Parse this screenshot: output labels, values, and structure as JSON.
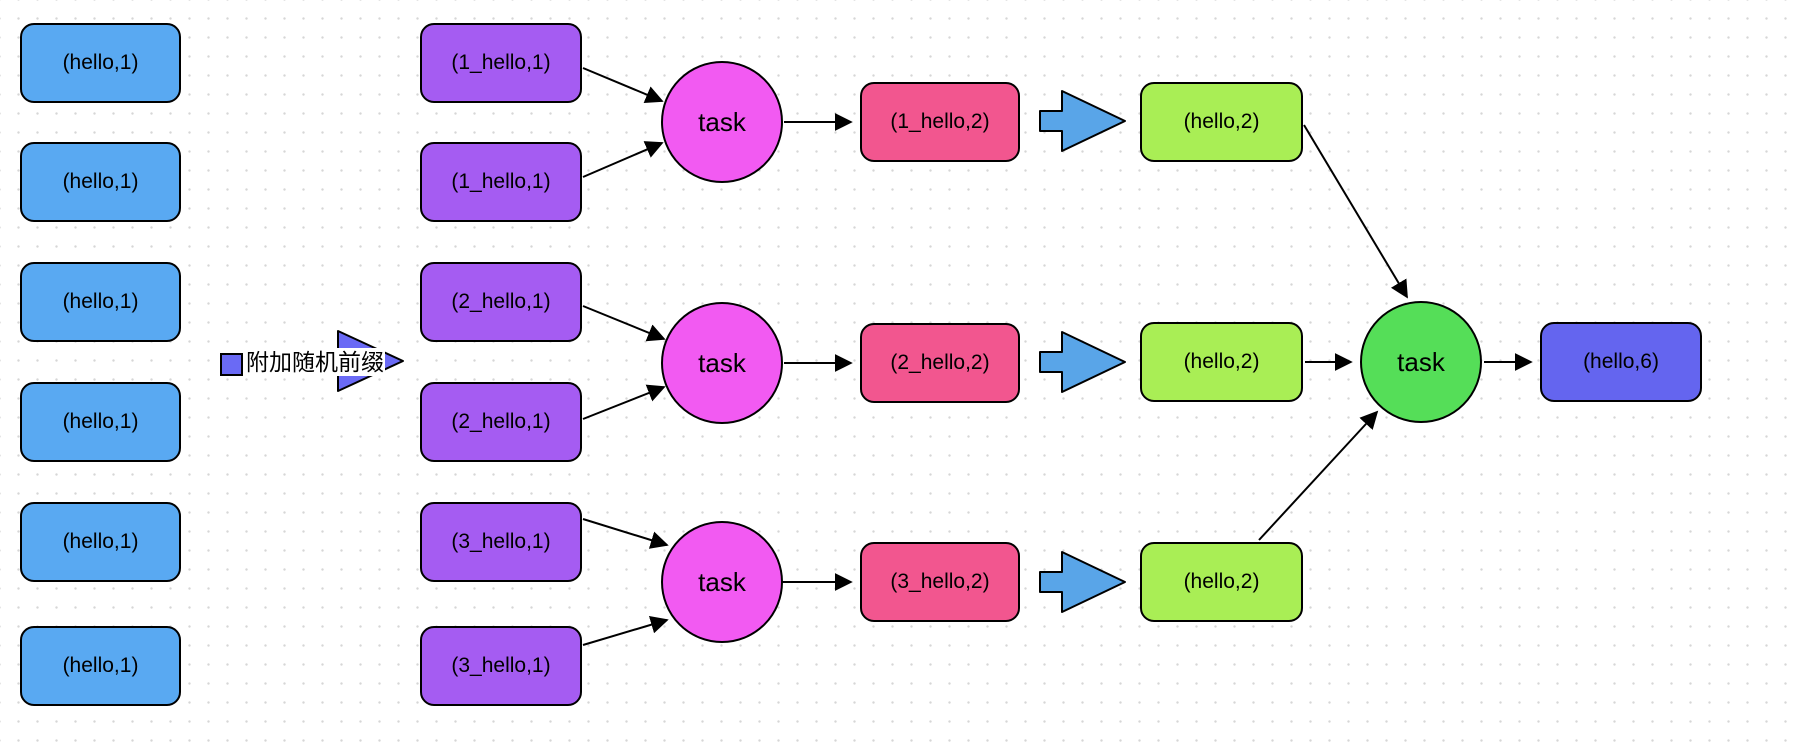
{
  "colors": {
    "input-blue": "#59a9f2",
    "prefix-purple": "#a55cf2",
    "map-magenta": "#f25af2",
    "agg-pink": "#f2568f",
    "arrow-blue": "#59a5e8",
    "merge-green": "#a9ee55",
    "task-green": "#55de58",
    "result-violet": "#6465ef",
    "annotation-violet": "#6a6af5",
    "dot-grey": "#d6d6d6"
  },
  "canvas": {
    "annotation": {
      "label": "附加随机前缀"
    },
    "input_boxes": [
      {
        "label": "(hello,1)"
      },
      {
        "label": "(hello,1)"
      },
      {
        "label": "(hello,1)"
      },
      {
        "label": "(hello,1)"
      },
      {
        "label": "(hello,1)"
      },
      {
        "label": "(hello,1)"
      }
    ],
    "prefixed_boxes": [
      {
        "label": "(1_hello,1)"
      },
      {
        "label": "(1_hello,1)"
      },
      {
        "label": "(2_hello,1)"
      },
      {
        "label": "(2_hello,1)"
      },
      {
        "label": "(3_hello,1)"
      },
      {
        "label": "(3_hello,1)"
      }
    ],
    "map_tasks": [
      {
        "label": "task"
      },
      {
        "label": "task"
      },
      {
        "label": "task"
      }
    ],
    "aggregated_boxes": [
      {
        "label": "(1_hello,2)"
      },
      {
        "label": "(2_hello,2)"
      },
      {
        "label": "(3_hello,2)"
      }
    ],
    "merged_boxes": [
      {
        "label": "(hello,2)"
      },
      {
        "label": "(hello,2)"
      },
      {
        "label": "(hello,2)"
      }
    ],
    "final_task": {
      "label": "task"
    },
    "result_box": {
      "label": "(hello,6)"
    }
  }
}
